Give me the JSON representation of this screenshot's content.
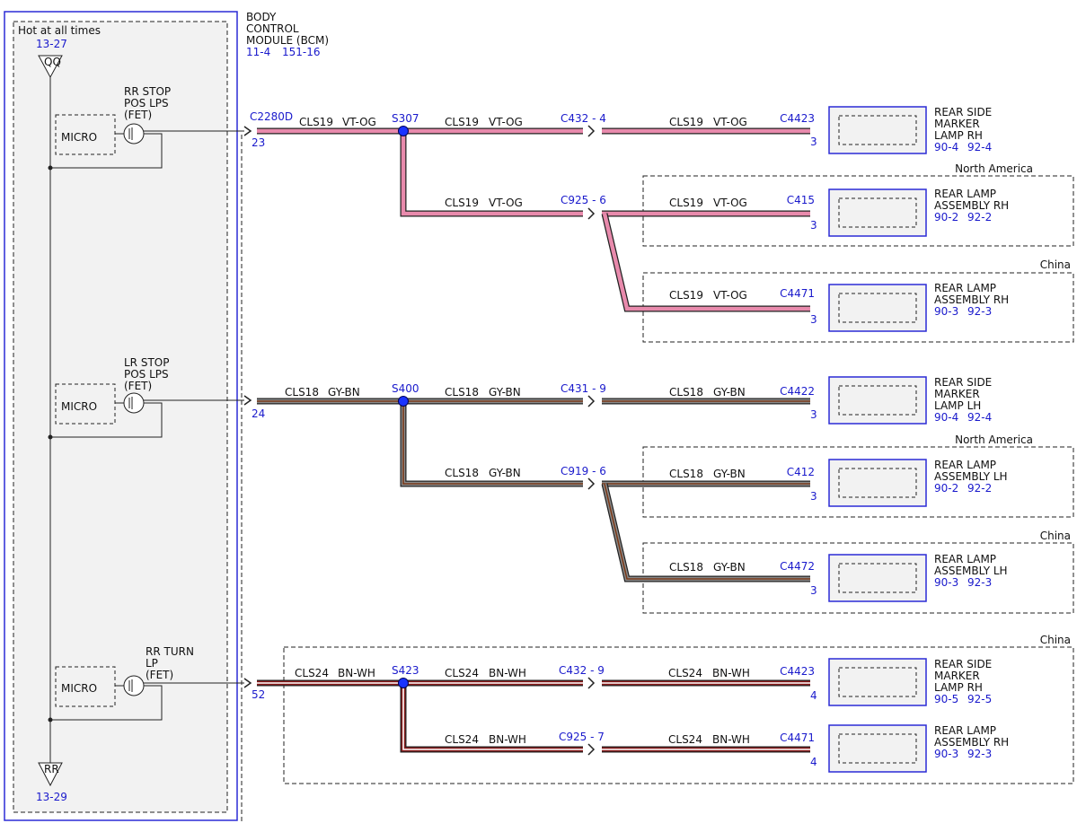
{
  "bcm": {
    "title_lines": [
      "BODY",
      "CONTROL",
      "MODULE (BCM)"
    ],
    "refs": [
      "11-4",
      "151-16"
    ],
    "connector": "C2280D",
    "hot_label": "Hot at all times",
    "top_ref": "13-27",
    "top_terminal": "QQ",
    "bottom_ref": "13-29",
    "bottom_terminal": "RR"
  },
  "drivers": [
    {
      "micro": "MICRO",
      "label_lines": [
        "RR STOP",
        "POS LPS",
        "(FET)"
      ],
      "pin": "23"
    },
    {
      "micro": "MICRO",
      "label_lines": [
        "LR STOP",
        "POS LPS",
        "(FET)"
      ],
      "pin": "24"
    },
    {
      "micro": "MICRO",
      "label_lines": [
        "RR TURN",
        "LP",
        "(FET)"
      ],
      "pin": "52"
    }
  ],
  "splices": [
    {
      "name": "S307",
      "circuit": "CLS19",
      "color": "VT-OG",
      "wire_colors": [
        "#e88aac",
        "#e88aac"
      ]
    },
    {
      "name": "S400",
      "circuit": "CLS18",
      "color": "GY-BN",
      "wire_colors": [
        "#8a8a8a",
        "#7a3a1a"
      ]
    },
    {
      "name": "S423",
      "circuit": "CLS24",
      "color": "BN-WH",
      "wire_colors": [
        "#8b1a1a",
        "#ffffff"
      ]
    }
  ],
  "branches": [
    {
      "inline": "C432 - 4",
      "circuit": "CLS19",
      "color": "VT-OG",
      "connector": "C4423",
      "pin": "3",
      "lamp_lines": [
        "REAR SIDE",
        "MARKER",
        "LAMP RH"
      ],
      "refs": [
        "90-4",
        "92-4"
      ],
      "region": ""
    },
    {
      "inline": "C925 - 6",
      "circuit": "CLS19",
      "color": "VT-OG",
      "connector": "C415",
      "pin": "3",
      "lamp_lines": [
        "REAR LAMP",
        "ASSEMBLY RH"
      ],
      "refs": [
        "90-2",
        "92-2"
      ],
      "region": "North America"
    },
    {
      "inline": "",
      "circuit": "CLS19",
      "color": "VT-OG",
      "connector": "C4471",
      "pin": "3",
      "lamp_lines": [
        "REAR LAMP",
        "ASSEMBLY RH"
      ],
      "refs": [
        "90-3",
        "92-3"
      ],
      "region": "China"
    },
    {
      "inline": "C431 - 9",
      "circuit": "CLS18",
      "color": "GY-BN",
      "connector": "C4422",
      "pin": "3",
      "lamp_lines": [
        "REAR SIDE",
        "MARKER",
        "LAMP LH"
      ],
      "refs": [
        "90-4",
        "92-4"
      ],
      "region": ""
    },
    {
      "inline": "C919 - 6",
      "circuit": "CLS18",
      "color": "GY-BN",
      "connector": "C412",
      "pin": "3",
      "lamp_lines": [
        "REAR LAMP",
        "ASSEMBLY LH"
      ],
      "refs": [
        "90-2",
        "92-2"
      ],
      "region": "North America"
    },
    {
      "inline": "",
      "circuit": "CLS18",
      "color": "GY-BN",
      "connector": "C4472",
      "pin": "3",
      "lamp_lines": [
        "REAR LAMP",
        "ASSEMBLY LH"
      ],
      "refs": [
        "90-3",
        "92-3"
      ],
      "region": "China"
    },
    {
      "inline": "C432 - 9",
      "circuit": "CLS24",
      "color": "BN-WH",
      "connector": "C4423",
      "pin": "4",
      "lamp_lines": [
        "REAR SIDE",
        "MARKER",
        "LAMP RH"
      ],
      "refs": [
        "90-5",
        "92-5"
      ],
      "region": ""
    },
    {
      "inline": "C925 - 7",
      "circuit": "CLS24",
      "color": "BN-WH",
      "connector": "C4471",
      "pin": "4",
      "lamp_lines": [
        "REAR LAMP",
        "ASSEMBLY RH"
      ],
      "refs": [
        "90-3",
        "92-3"
      ],
      "region": ""
    }
  ],
  "region_box_label": "China"
}
